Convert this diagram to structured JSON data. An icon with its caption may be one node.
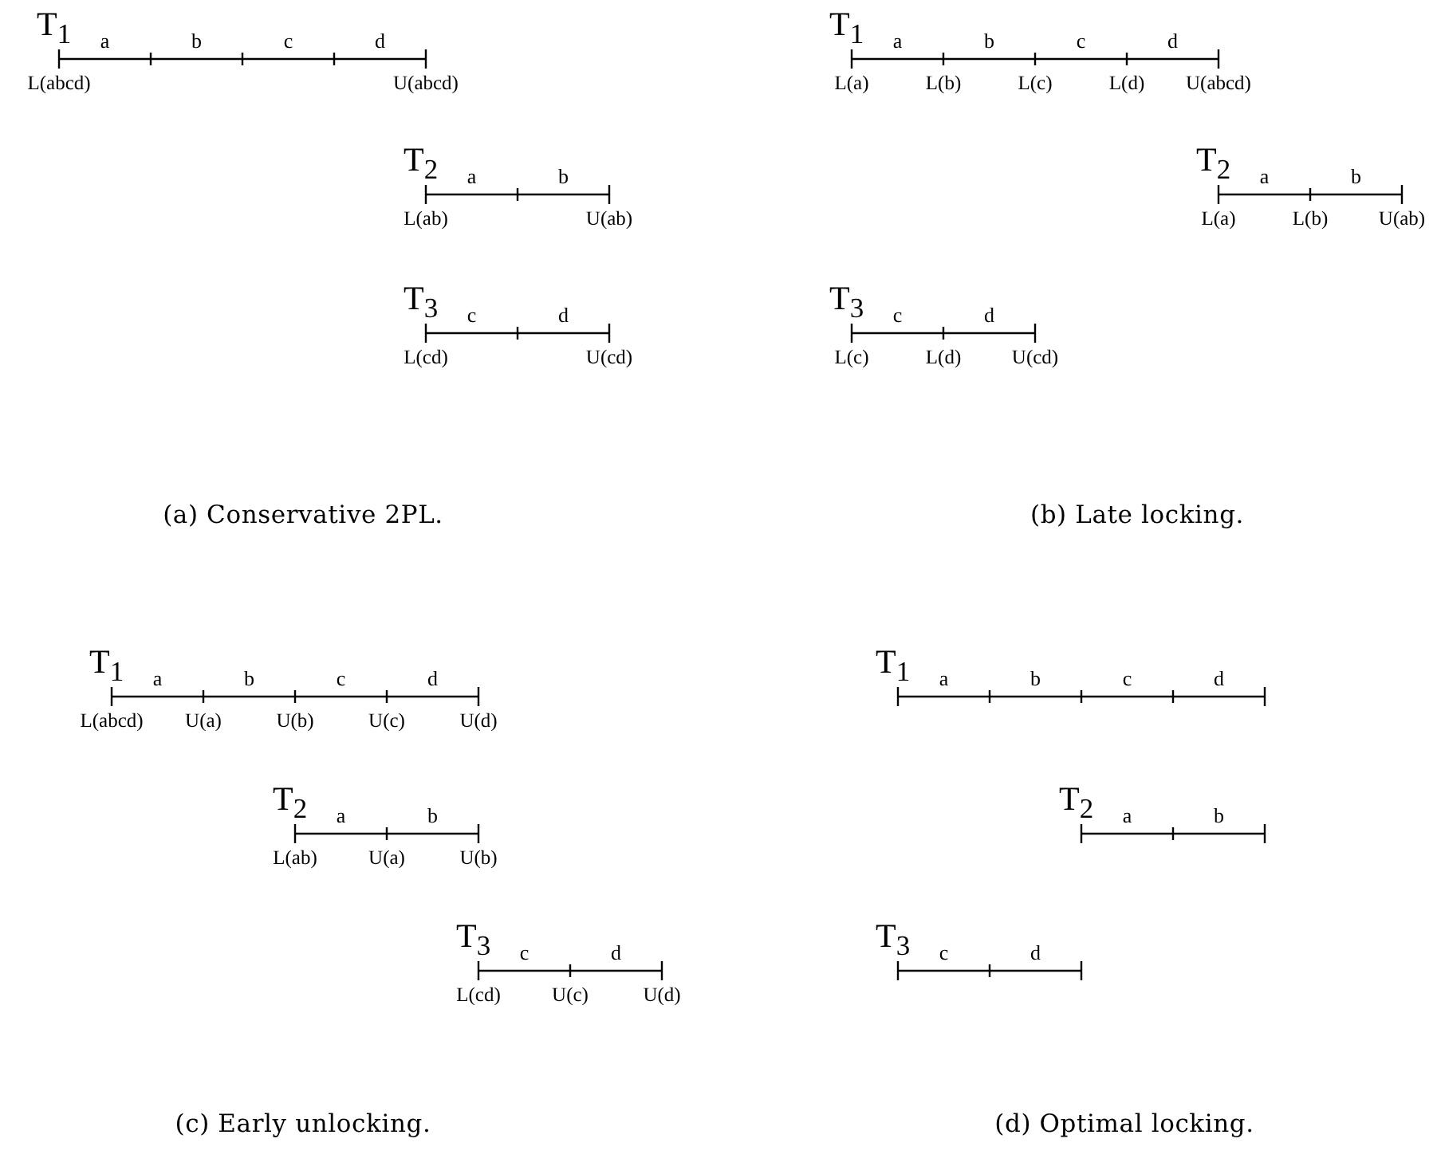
{
  "diagram": {
    "labels": [
      "T$_{1}$",
      "a",
      "b",
      "c",
      "d",
      "L(abcd)",
      "U(abcd)",
      "T$_{2}$",
      "a",
      "b",
      "L(ab)",
      "U(ab)",
      "T$_{3}$",
      "c",
      "d",
      "L(cd)",
      "U(cd)",
      "(a) Conservative 2PL.",
      "T$_{1}$",
      "a",
      "b",
      "c",
      "d",
      "L(a)",
      "L(b)",
      "L(c)",
      "L(d)",
      "U(abcd)",
      "T$_{2}$",
      "a",
      "b",
      "L(a)",
      "L(b)",
      "U(ab)",
      "T$_{3}$",
      "c",
      "d",
      "L(c)",
      "L(d)",
      "U(cd)",
      "(b) Late locking.",
      "T$_{1}$",
      "a",
      "b",
      "c",
      "d",
      "L(abcd)",
      "U(a)",
      "U(b)",
      "U(c)",
      "U(d)",
      "T$_{2}$",
      "a",
      "b",
      "L(ab)",
      "U(a)",
      "U(b)",
      "T$_{3}$",
      "c",
      "d",
      "L(cd)",
      "U(c)",
      "U(d)",
      "(c) Early unlocking.",
      "T$_{1}$",
      "a",
      "b",
      "c",
      "d",
      "T$_{2}$",
      "a",
      "b",
      "T$_{3}$",
      "c",
      "d",
      "(d) Optimal locking."
    ]
  }
}
